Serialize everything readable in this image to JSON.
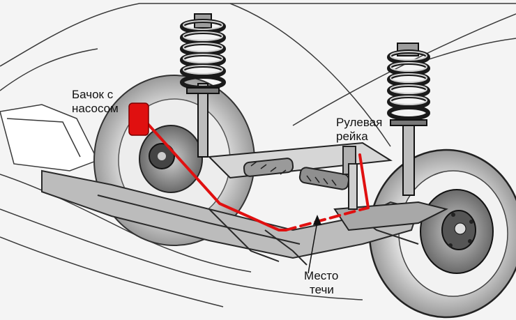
{
  "labels": {
    "reservoir": {
      "line1": "Бачок с",
      "line2": "насосом"
    },
    "steering_rack": {
      "line1": "Рулевая",
      "line2": "рейка"
    },
    "leak_point": {
      "line1": "Место",
      "line2": "течи"
    }
  },
  "colors": {
    "hydraulic_line": "#e01010",
    "reservoir": "#e01010",
    "ink": "#1a1a1a"
  }
}
